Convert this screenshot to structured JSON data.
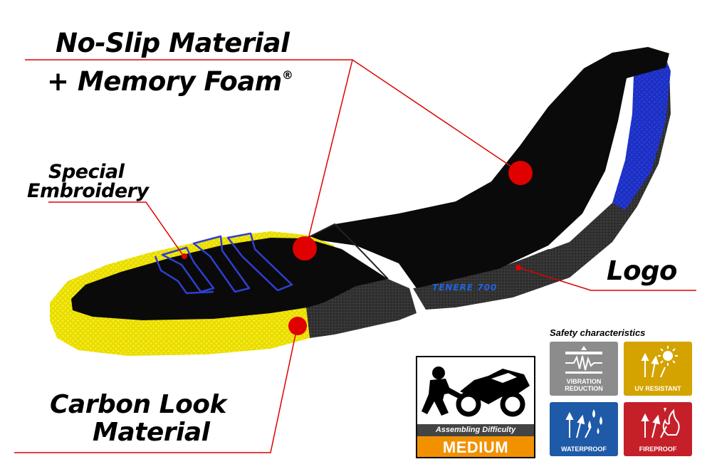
{
  "callouts": {
    "no_slip_line1": "No-Slip Material",
    "no_slip_line2": "+ Memory Foam",
    "no_slip_mark": "®",
    "special_line1": "Special",
    "special_line2": "Embroidery",
    "logo": "Logo",
    "carbon_line1": "Carbon Look",
    "carbon_line2": "Material"
  },
  "seat_logo_text": "TENERE 700",
  "safety": {
    "title": "Safety characteristics",
    "tiles": [
      {
        "label": "VIBRATION REDUCTION",
        "icon": "vibration-icon",
        "color": "#8c8c8c"
      },
      {
        "label": "UV RESISTANT",
        "icon": "sun-icon",
        "color": "#d4a300"
      },
      {
        "label": "WATERPROOF",
        "icon": "water-drops-icon",
        "color": "#1f5aa8"
      },
      {
        "label": "FIREPROOF",
        "icon": "flame-icon",
        "color": "#c5202a"
      }
    ]
  },
  "difficulty": {
    "caption": "Assembling Difficulty",
    "level": "MEDIUM"
  },
  "colors": {
    "accent_red": "#e00000",
    "seat_black": "#0a0a0a",
    "seat_blue": "#1c2fc2",
    "seat_yellow": "#f0e400",
    "badge_orange": "#f29100"
  }
}
